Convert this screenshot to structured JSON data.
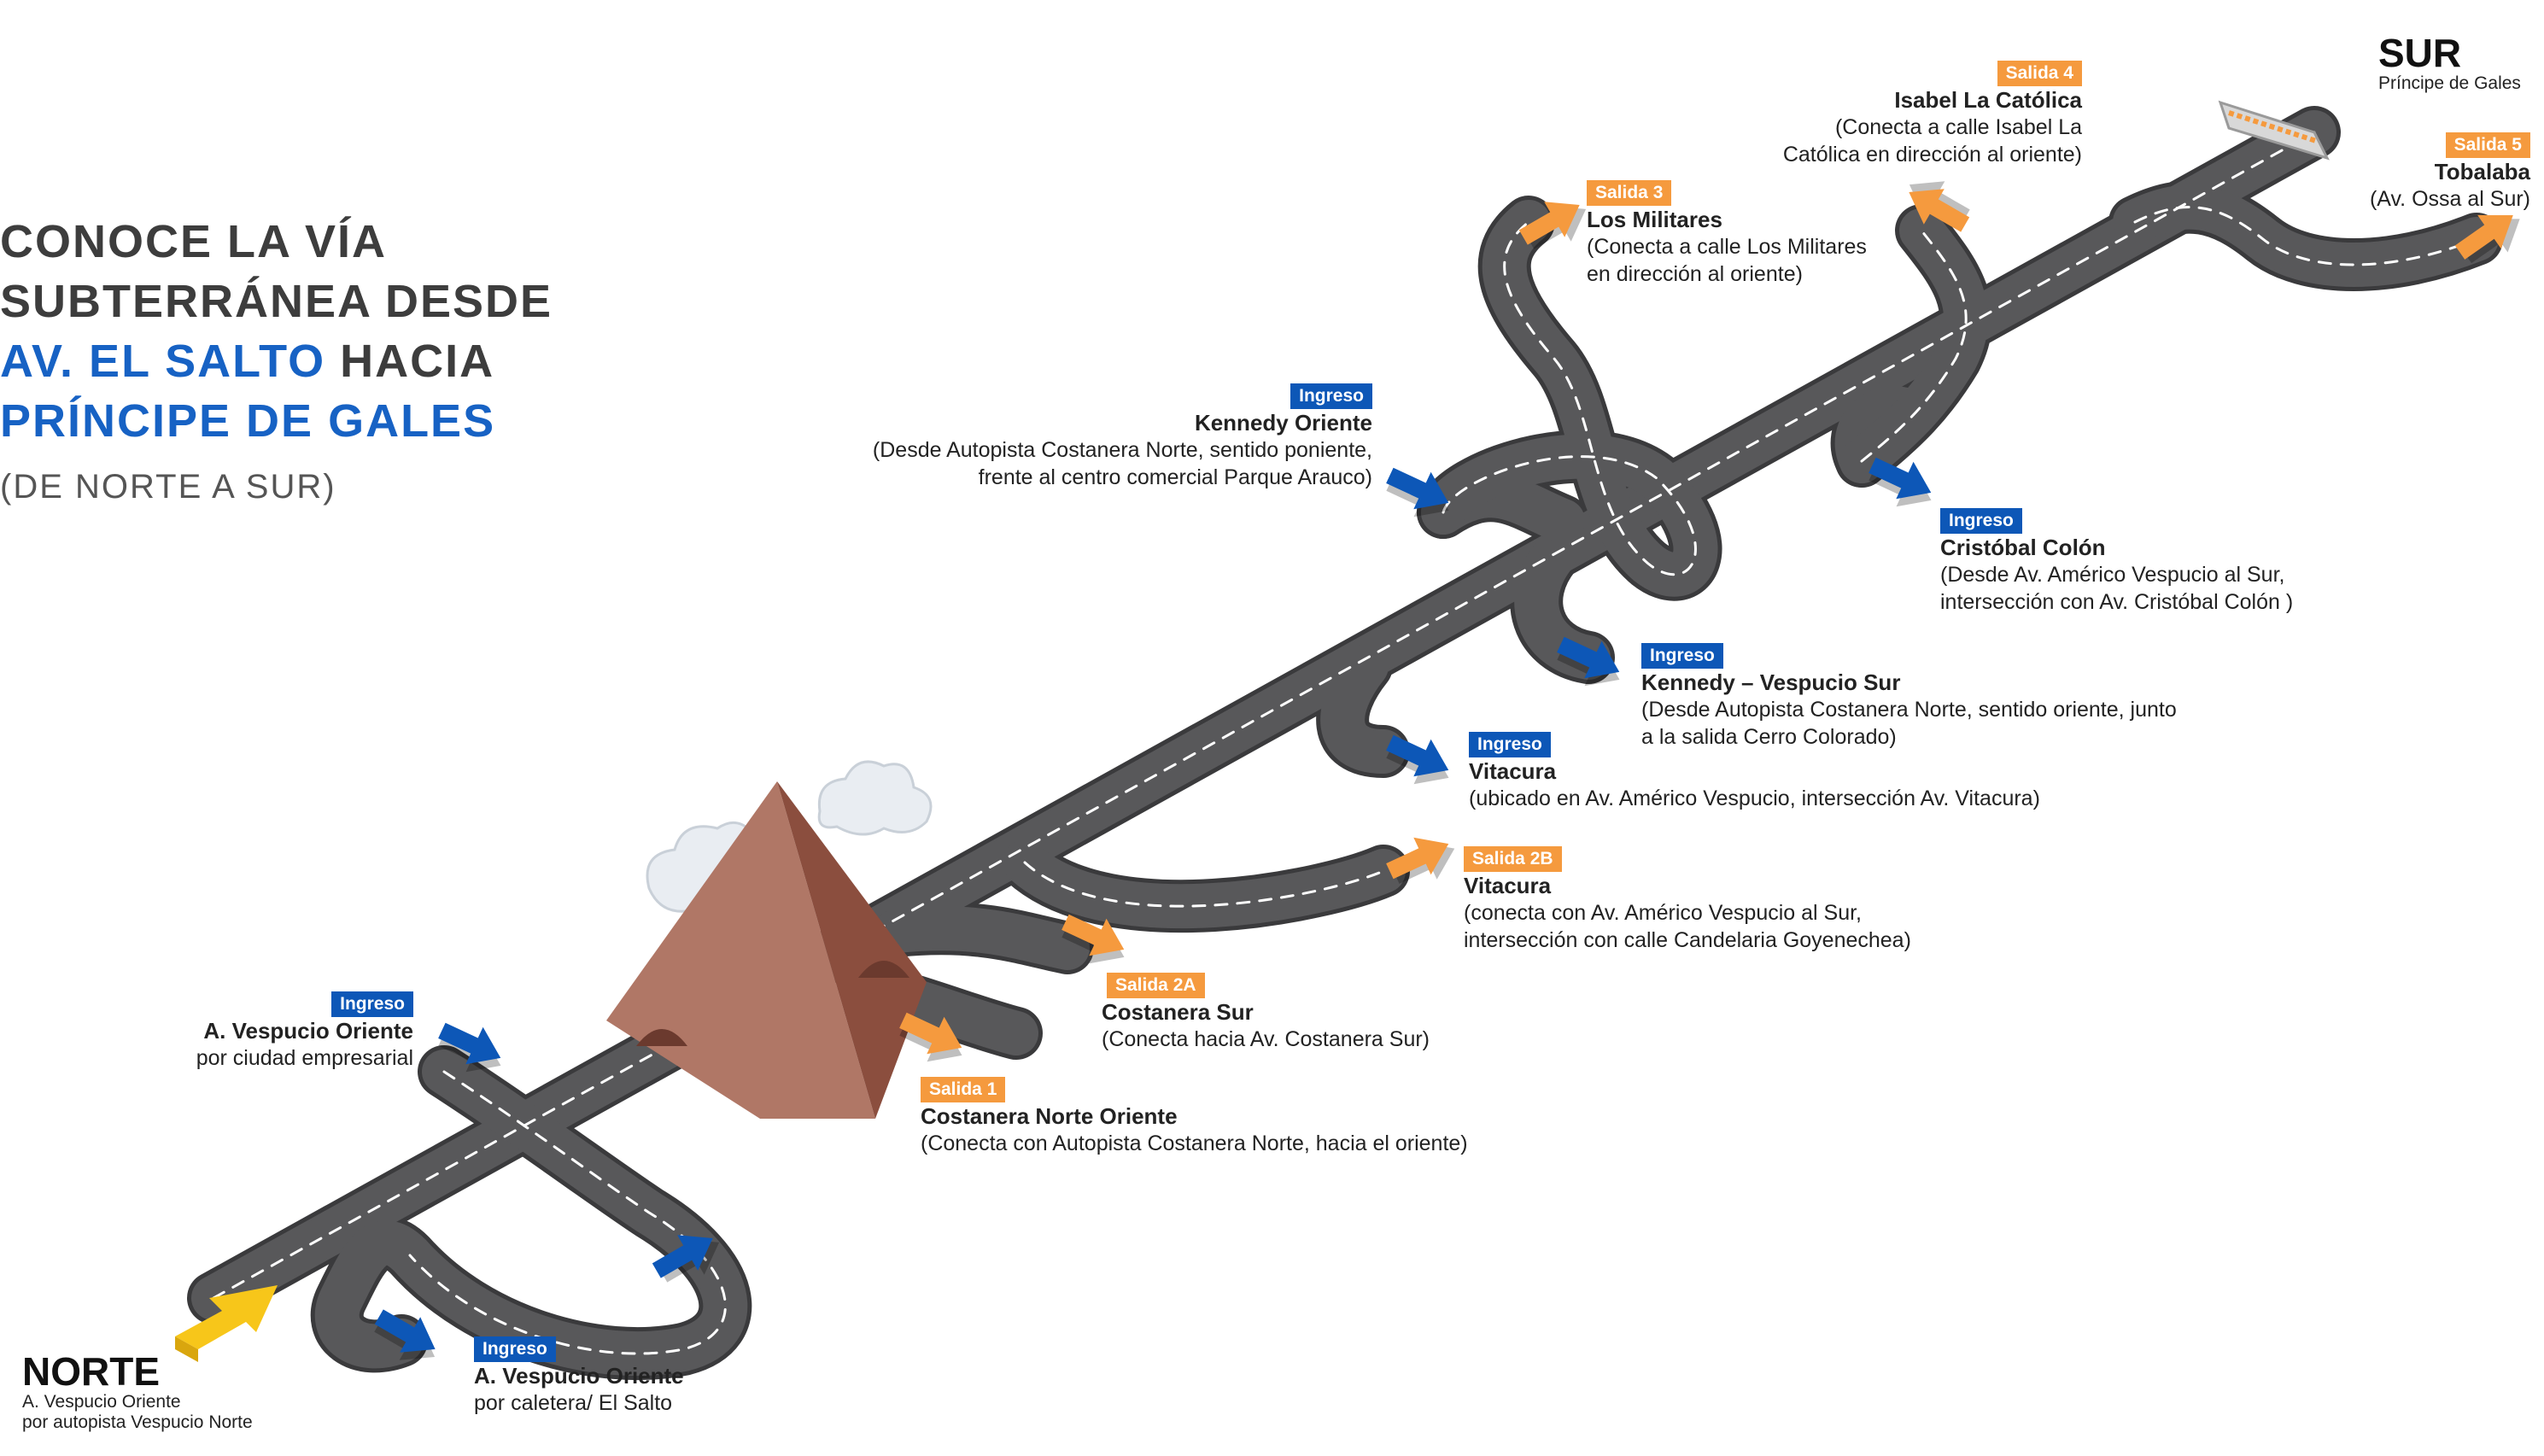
{
  "title": {
    "line1": "CONOCE LA VÍA",
    "line2": "SUBTERRÁNEA DESDE",
    "line3_accent": "AV. EL SALTO",
    "line3_rest": "HACIA",
    "line4_accent": "PRÍNCIPE DE GALES",
    "subtitle": "(DE NORTE A SUR)"
  },
  "colors": {
    "road": "#58585a",
    "road_edge": "#3d3d3f",
    "lane_marking": "#ffffff",
    "ingreso": "#0d57b7",
    "salida": "#f59a3e",
    "start_arrow": "#f7c61a",
    "pyramid_light": "#b07766",
    "pyramid_dark": "#8b4e3e",
    "title_accent": "#1762c4"
  },
  "norte": {
    "heading": "NORTE",
    "line1": "A. Vespucio Oriente",
    "line2": "por autopista Vespucio Norte"
  },
  "sur": {
    "heading": "SUR",
    "line1": "Príncipe de Gales"
  },
  "points": {
    "ingreso_vespucio_ciudad": {
      "badge": "Ingreso",
      "name": "A. Vespucio Oriente",
      "desc1": "por ciudad empresarial"
    },
    "ingreso_vespucio_caletera": {
      "badge": "Ingreso",
      "name": "A. Vespucio Oriente",
      "desc1": "por caletera/ El Salto"
    },
    "salida_1": {
      "badge": "Salida 1",
      "name": "Costanera Norte Oriente",
      "desc1": "(Conecta con Autopista Costanera Norte, hacia el oriente)"
    },
    "salida_2a": {
      "badge": "Salida 2A",
      "name": "Costanera Sur",
      "desc1": "(Conecta hacia Av. Costanera Sur)"
    },
    "salida_2b": {
      "badge": "Salida 2B",
      "name": "Vitacura",
      "desc1": "(conecta con Av. Américo Vespucio al Sur,",
      "desc2": "intersección con calle Candelaria Goyenechea)"
    },
    "ingreso_vitacura": {
      "badge": "Ingreso",
      "name": "Vitacura",
      "desc1": "(ubicado en Av. Américo Vespucio, intersección Av. Vitacura)"
    },
    "ingreso_kennedy_vespucio_sur": {
      "badge": "Ingreso",
      "name": "Kennedy – Vespucio Sur",
      "desc1": "(Desde Autopista Costanera Norte, sentido oriente, junto",
      "desc2": "a la salida Cerro Colorado)"
    },
    "ingreso_kennedy_oriente": {
      "badge": "Ingreso",
      "name": "Kennedy Oriente",
      "desc1": "(Desde Autopista Costanera Norte, sentido poniente,",
      "desc2": "frente al centro comercial Parque Arauco)"
    },
    "ingreso_cristobal_colon": {
      "badge": "Ingreso",
      "name": "Cristóbal Colón",
      "desc1": "(Desde Av. Américo Vespucio al Sur,",
      "desc2": "intersección con Av. Cristóbal Colón )"
    },
    "salida_3": {
      "badge": "Salida 3",
      "name": "Los Militares",
      "desc1": "(Conecta a calle Los Militares",
      "desc2": "en dirección al oriente)"
    },
    "salida_4": {
      "badge": "Salida 4",
      "name": "Isabel La Católica",
      "desc1": "(Conecta a calle Isabel La",
      "desc2": "Católica en dirección al oriente)"
    },
    "salida_5": {
      "badge": "Salida 5",
      "name": "Tobalaba",
      "desc1": "(Av. Ossa al Sur)"
    }
  }
}
